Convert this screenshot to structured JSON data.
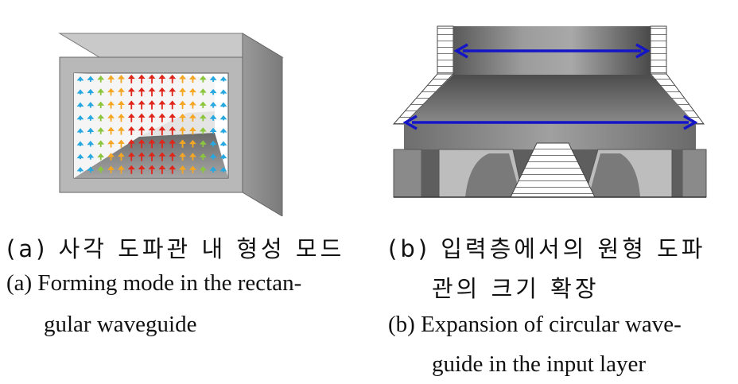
{
  "figure_a": {
    "caption_ko": "(a) 사각 도파관 내 형성 모드",
    "caption_en_line1": "(a) Forming mode in the rectan-",
    "caption_en_line2": "gular waveguide"
  },
  "figure_b": {
    "caption_ko_line1": "(b) 입력층에서의 원형 도파",
    "caption_ko_line2": "관의 크기 확장",
    "caption_en_line1": "(b) Expansion of circular wave-",
    "caption_en_line2": "guide in the input layer",
    "arrow_color": "#1515c8"
  },
  "colors": {
    "box_outer": "#b7b7b7",
    "box_side": "#8e8e8e",
    "field_hot": "#e0261a",
    "field_warm": "#f5a623",
    "field_mid": "#8cc63f",
    "field_cool": "#27a8e0"
  }
}
